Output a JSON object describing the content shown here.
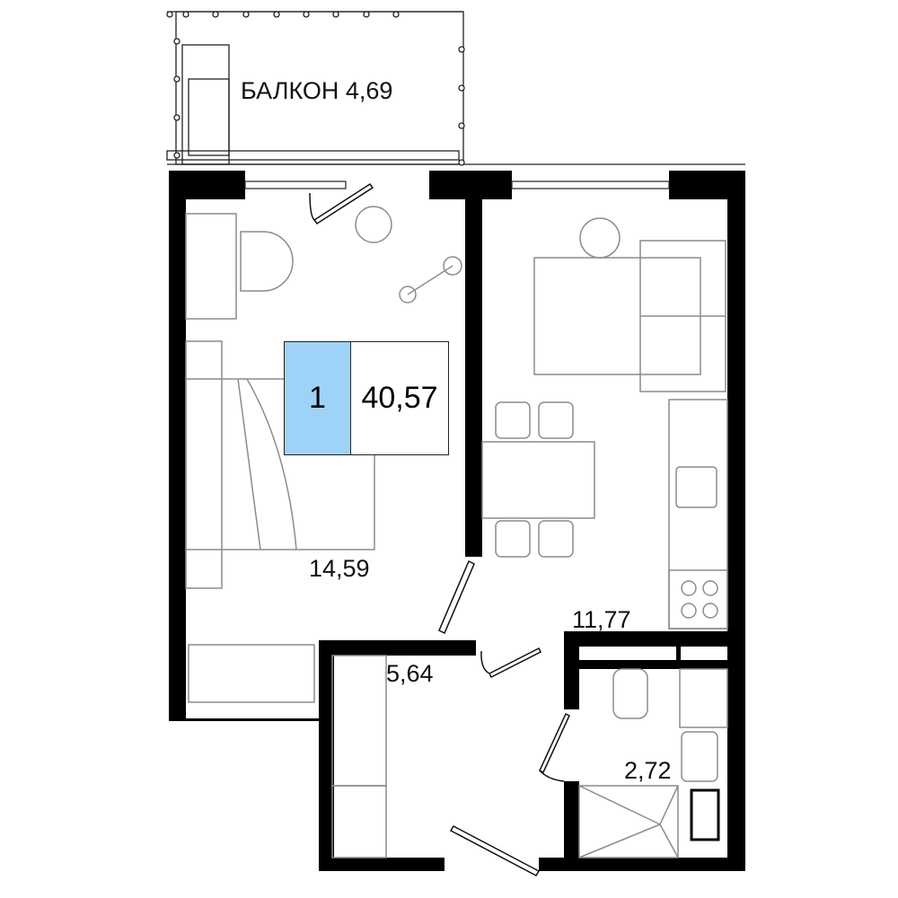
{
  "plan": {
    "balcony_label": "БАЛКОН 4,69",
    "rooms": {
      "bedroom_area": "14,59",
      "living_kitchen_area": "11,77",
      "hallway_area": "5,64",
      "bathroom_area": "2,72"
    },
    "badge": {
      "rooms_count": "1",
      "total_area": "40,57"
    },
    "colors": {
      "wall": "#000000",
      "furniture": "#8c8c8c",
      "badge_accent": "#9ed3f7"
    }
  }
}
